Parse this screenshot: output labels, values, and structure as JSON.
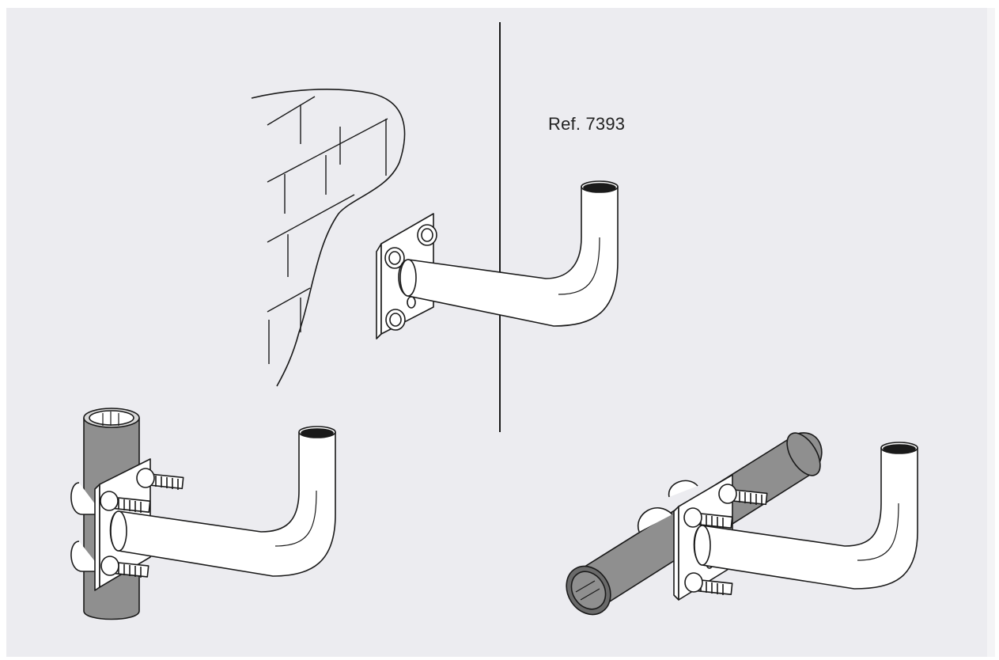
{
  "diagram": {
    "reference_label": "Ref. 7393",
    "colors": {
      "background": "#ececf0",
      "line": "#1a1a1a",
      "mast": "#8f8f8f",
      "mast_dark": "#6a6a6a",
      "metal": "#ffffff"
    },
    "scenes": [
      {
        "name": "wall-mount",
        "icon": "brick-wall-bracket"
      },
      {
        "name": "vertical-mast-mount",
        "icon": "vertical-pole-bracket"
      },
      {
        "name": "horizontal-mast-mount",
        "icon": "horizontal-pole-bracket"
      }
    ]
  }
}
